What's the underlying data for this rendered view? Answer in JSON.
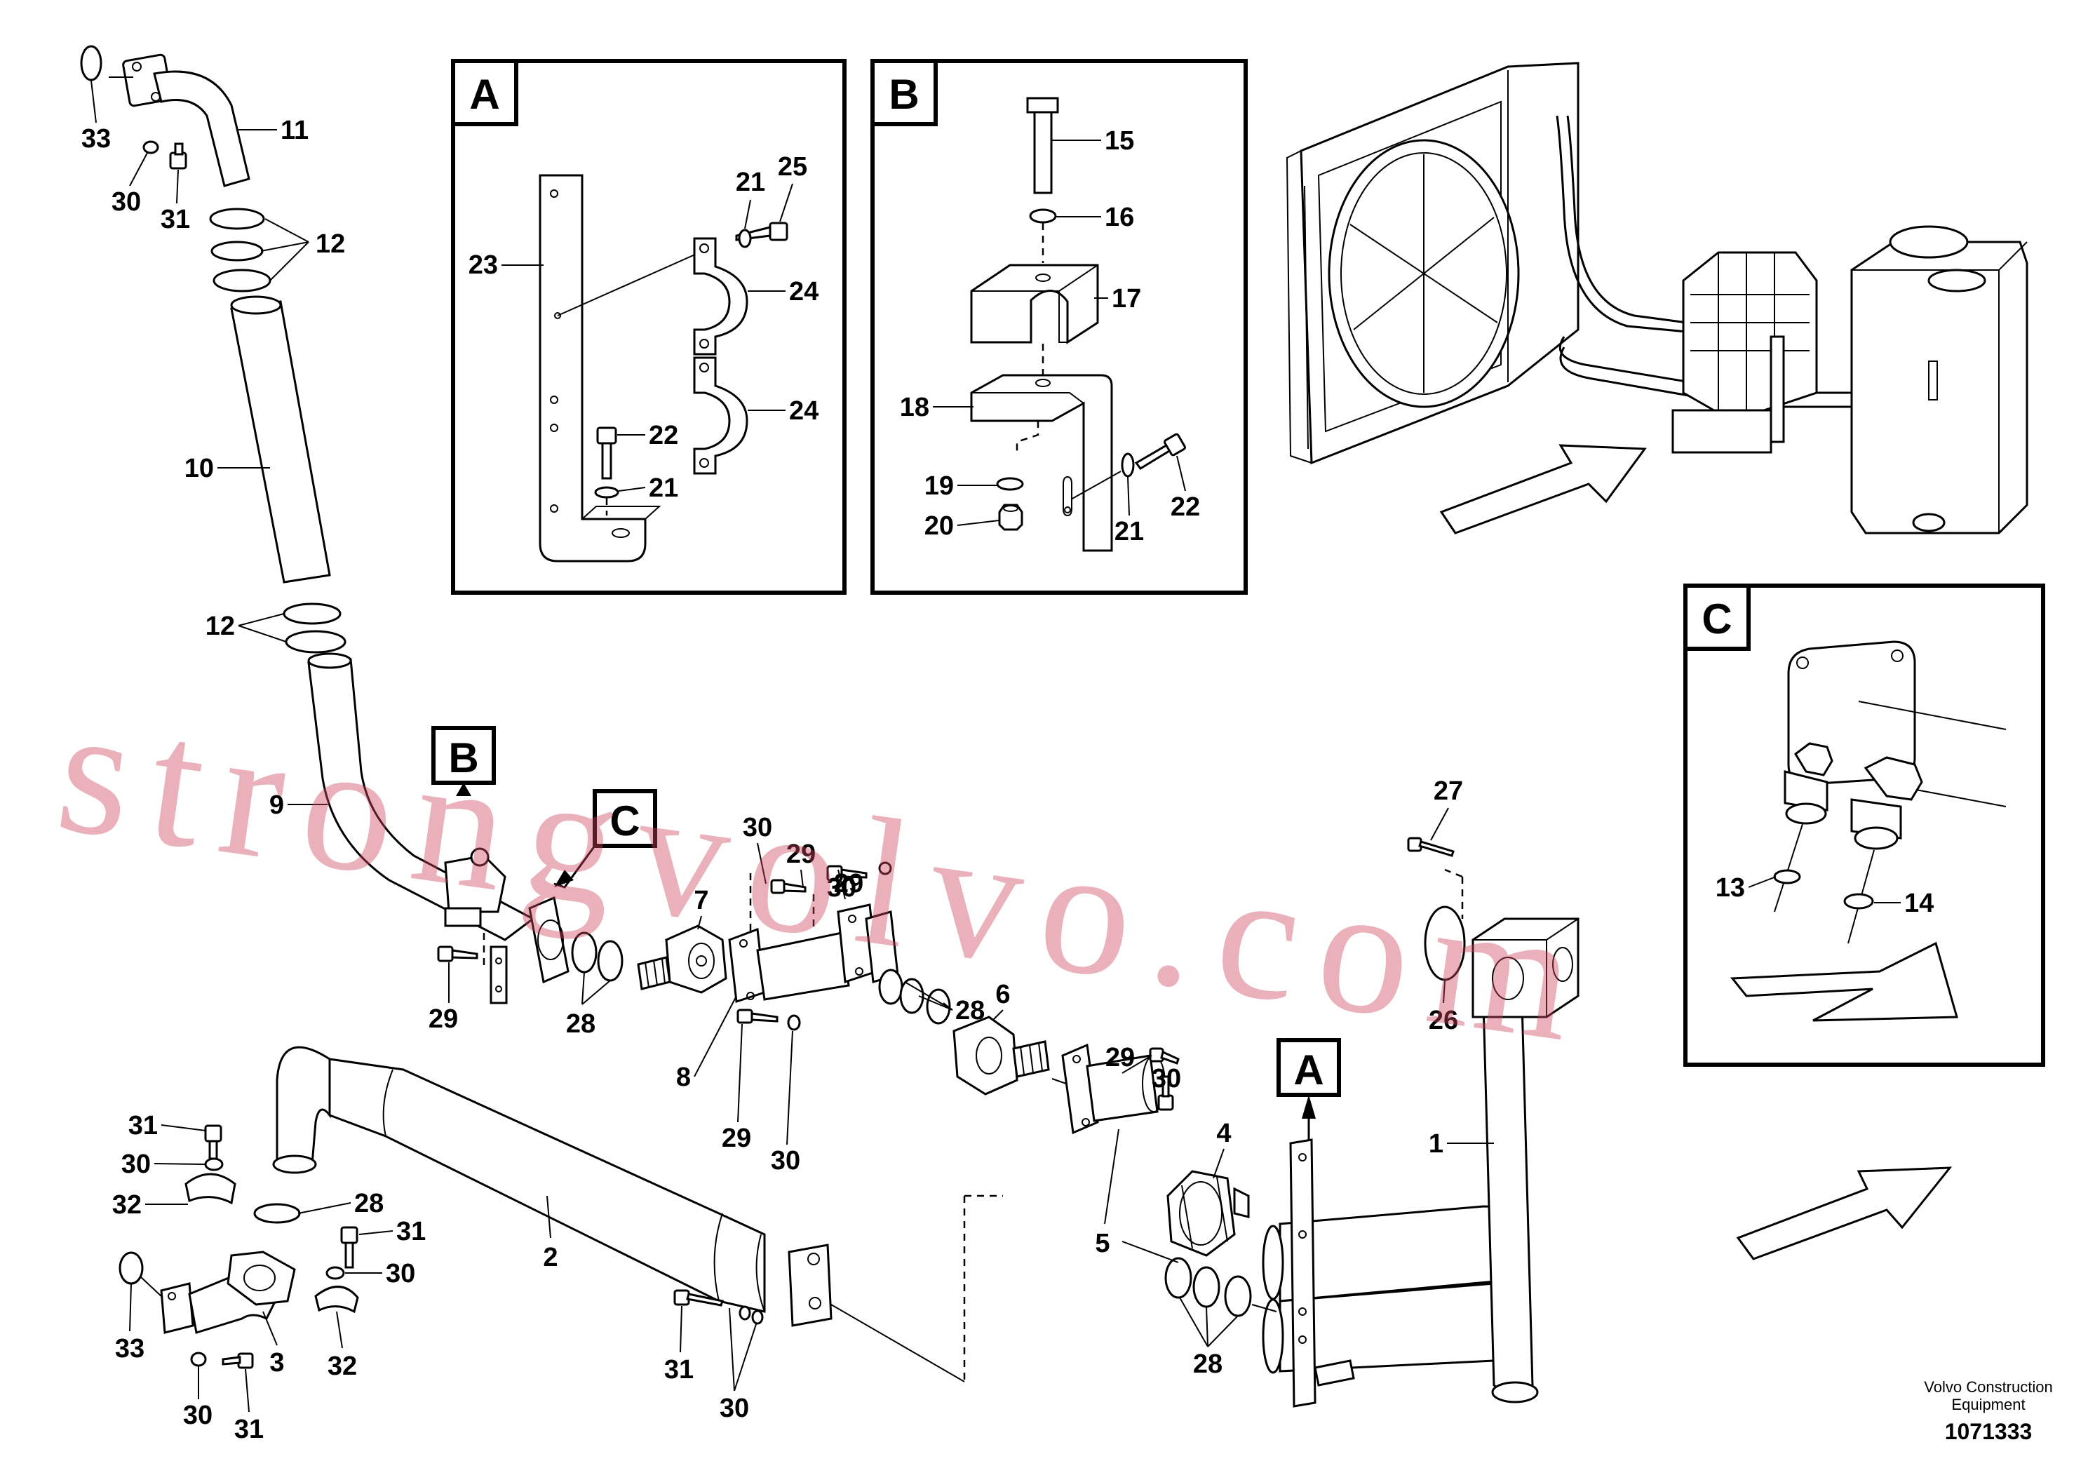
{
  "labels": {
    "p1": "1",
    "p2": "2",
    "p3": "3",
    "p4": "4",
    "p5": "5",
    "p6": "6",
    "p7": "7",
    "p8": "8",
    "p9": "9",
    "p10": "10",
    "p11": "11",
    "p12a": "12",
    "p12b": "12",
    "p13": "13",
    "p14": "14",
    "p15": "15",
    "p16": "16",
    "p17": "17",
    "p18": "18",
    "p19": "19",
    "p20": "20",
    "p21a": "21",
    "p21b": "21",
    "p21c": "21",
    "p22a": "22",
    "p22b": "22",
    "p23": "23",
    "p24a": "24",
    "p24b": "24",
    "p25": "25",
    "p26": "26",
    "p27": "27",
    "p28a": "28",
    "p28b": "28",
    "p28c": "28",
    "p28d": "28",
    "p29a": "29",
    "p29b": "29",
    "p29c": "29",
    "p29d": "29",
    "p29e": "29",
    "p30a": "30",
    "p30b": "30",
    "p30c": "30",
    "p30d": "30",
    "p30e": "30",
    "p30f": "30",
    "p30g": "30",
    "p30h": "30",
    "p31a": "31",
    "p31b": "31",
    "p31c": "31",
    "p31d": "31",
    "p31e": "31",
    "p32a": "32",
    "p32b": "32",
    "p33a": "33",
    "p33b": "33"
  },
  "detail_boxes": {
    "a": "A",
    "b": "B",
    "c": "C"
  },
  "pointer_tags": {
    "a": "A",
    "b": "B",
    "c": "C"
  },
  "watermark": "strongvolvo.com",
  "footer": {
    "line1": "Volvo Construction",
    "line2": "Equipment",
    "number": "1071333"
  },
  "colors": {
    "watermark": "#cd465a",
    "line": "#000000",
    "background": "#ffffff"
  }
}
